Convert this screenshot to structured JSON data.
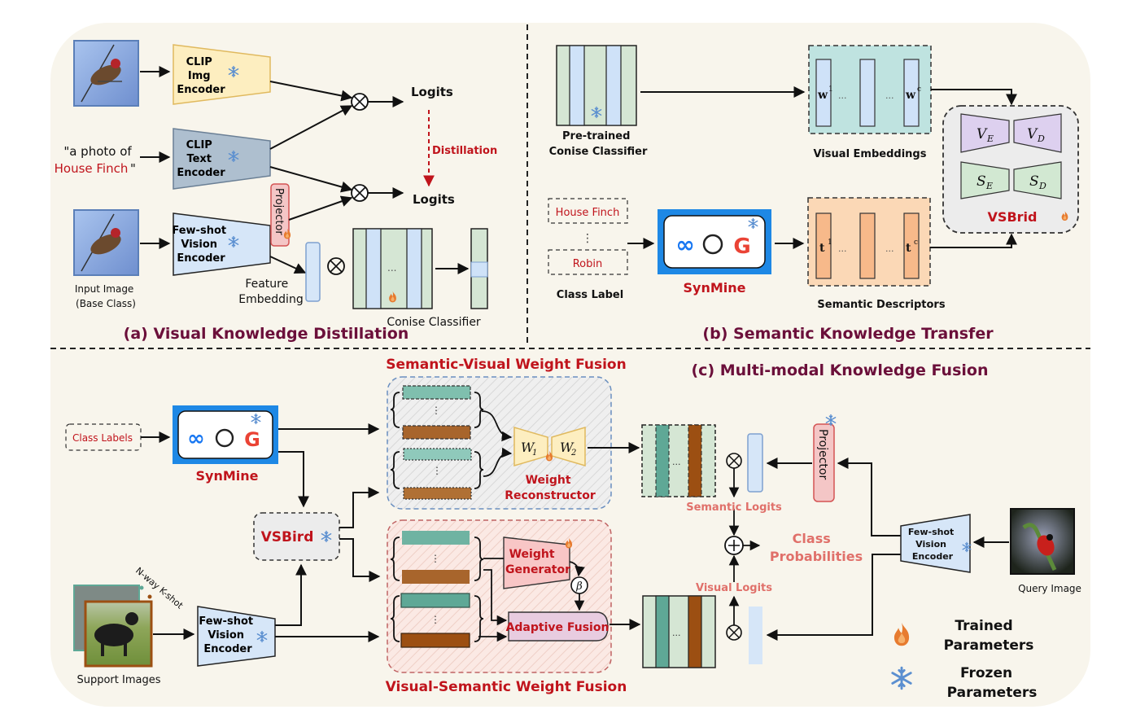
{
  "panels": {
    "a": {
      "title": "(a) Visual Knowledge Distillation",
      "clip_img_encoder": [
        "CLIP",
        "Img",
        "Encoder"
      ],
      "prompt_line1": "\"a photo of",
      "prompt_class": "House Finch",
      "prompt_end": "\"",
      "clip_text_encoder": [
        "CLIP",
        "Text",
        "Encoder"
      ],
      "fewshot_encoder": [
        "Few-shot",
        "Vision",
        "Encoder"
      ],
      "projector": "Projector",
      "logits_top": "Logits",
      "logits_bottom": "Logits",
      "distillation": "Distillation",
      "feature_embedding": [
        "Feature",
        "Embedding"
      ],
      "conise_classifier": "Conise Classifier",
      "input_image": [
        "Input Image",
        "(Base Class)"
      ],
      "ellipsis": "..."
    },
    "b": {
      "title": "(b) Semantic Knowledge Transfer",
      "pretrained": [
        "Pre-trained",
        "Conise Classifier"
      ],
      "visual_embeddings": "Visual Embeddings",
      "w_first": "w",
      "w_first_sup": "1",
      "w_last": "w",
      "w_last_sup": "c",
      "t_first": "t",
      "t_first_sup": "1",
      "t_last": "t",
      "t_last_sup": "c",
      "ellipsis": "...",
      "class_label_1": "House Finch",
      "class_label_2": "Robin",
      "vdots": "⋮",
      "class_label": "Class Label",
      "synmine": "SynMine",
      "semantic_descriptors": "Semantic Descriptors",
      "vsbrid": "VSBrid",
      "ve": "V",
      "ve_sub": "E",
      "vd": "V",
      "vd_sub": "D",
      "se": "S",
      "se_sub": "E",
      "sd": "S",
      "sd_sub": "D"
    },
    "c": {
      "title": "(c) Multi-modal Knowledge Fusion",
      "class_labels": "Class Labels",
      "synmine": "SynMine",
      "vsbird": "VSBird",
      "n_way_k_shot": "N-way K-shot",
      "support_images": "Support Images",
      "fewshot_encoder": [
        "Few-shot",
        "Vision",
        "Encoder"
      ],
      "sv_fusion_title": "Semantic-Visual Weight Fusion",
      "vs_fusion_title": "Visual-Semantic Weight Fusion",
      "w1": "W",
      "w1_sub": "1",
      "w2": "W",
      "w2_sub": "2",
      "weight_reconstructor": [
        "Weight",
        "Reconstructor"
      ],
      "weight_generator": [
        "Weight",
        "Generator"
      ],
      "beta": "β",
      "adaptive_fusion": "Adaptive Fusion",
      "semantic_logits": "Semantic Logits",
      "visual_logits": "Visual Logits",
      "class_probabilities": [
        "Class",
        "Probabilities"
      ],
      "projector": "Projector",
      "query_encoder": [
        "Few-shot",
        "Vision",
        "Encoder"
      ],
      "query_image": "Query Image",
      "ellipsis": "...",
      "vdots": "⋮"
    },
    "legend": {
      "trained": [
        "Trained",
        "Parameters"
      ],
      "frozen": [
        "Frozen",
        "Parameters"
      ]
    }
  },
  "colors": {
    "background": "#f8f5ec",
    "title": "#6b0f3a",
    "red_label": "#c0141c",
    "pink_label": "#e0706a",
    "clip_img": "#fdeec0",
    "clip_text": "#aebfcf",
    "vision_encoder": "#d6e6f8",
    "classifier_green": "#d5e6d4",
    "classifier_blue": "#cfe2f8",
    "teal": "#5fa896",
    "brown": "#9c4f12",
    "synmine_blue": "#1e88e5",
    "snowflake": "#5b8fd0",
    "flame": "#e77b2f"
  }
}
